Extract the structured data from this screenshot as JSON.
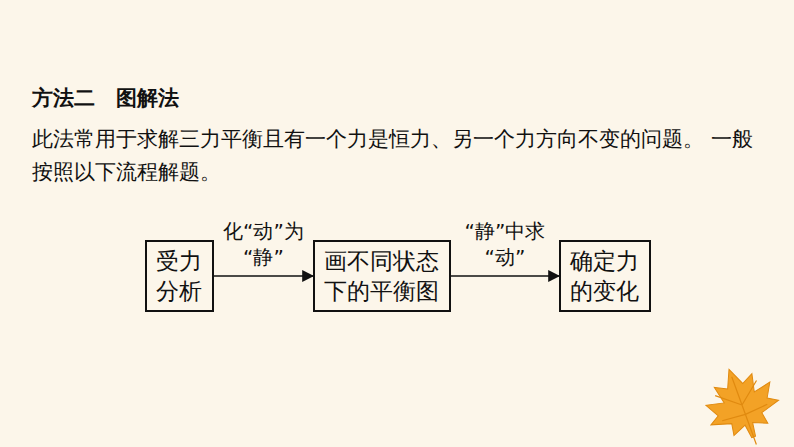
{
  "diagram": {
    "title": "方法二　图解法",
    "nodes": [
      {
        "text": [
          "受力分析"
        ]
      },
      {
        "text": [
          "画不同状态下的平衡图"
        ]
      },
      {
        "text": [
          "确定力的变化"
        ]
      }
    ],
    "edges": [
      {
        "from": 0,
        "to": 1,
        "arrow": "to",
        "label": "化“动”为“静”"
      },
      {
        "from": 1,
        "to": 2,
        "arrow": "to",
        "label": "“静”中求“动”"
      }
    ],
    "labels": [
      "此法常用于求解三力平衡且有一个力是恒力、另一个力方向不变的问题。 一般按照以下流程解题。"
    ]
  }
}
